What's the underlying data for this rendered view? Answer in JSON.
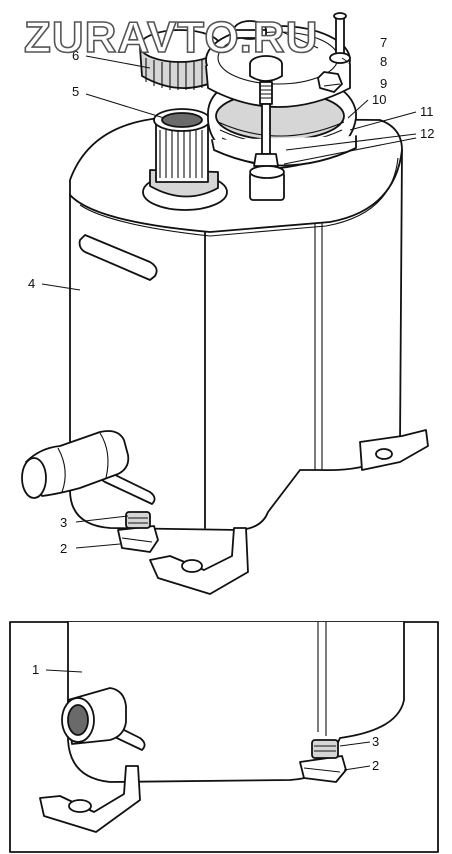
{
  "watermark": "ZURAVTO.RU",
  "callouts_upper": [
    {
      "id": "label-7",
      "text": "7"
    },
    {
      "id": "label-6",
      "text": "6"
    },
    {
      "id": "label-8",
      "text": "8"
    },
    {
      "id": "label-9",
      "text": "9"
    },
    {
      "id": "label-5",
      "text": "5"
    },
    {
      "id": "label-10",
      "text": "10"
    },
    {
      "id": "label-11",
      "text": "11"
    },
    {
      "id": "label-12",
      "text": "12"
    },
    {
      "id": "label-4",
      "text": "4"
    },
    {
      "id": "label-3",
      "text": "3"
    },
    {
      "id": "label-2",
      "text": "2"
    }
  ],
  "callouts_lower": [
    {
      "id": "label-1",
      "text": "1"
    },
    {
      "id": "label-3b",
      "text": "3"
    },
    {
      "id": "label-2b",
      "text": "2"
    }
  ]
}
